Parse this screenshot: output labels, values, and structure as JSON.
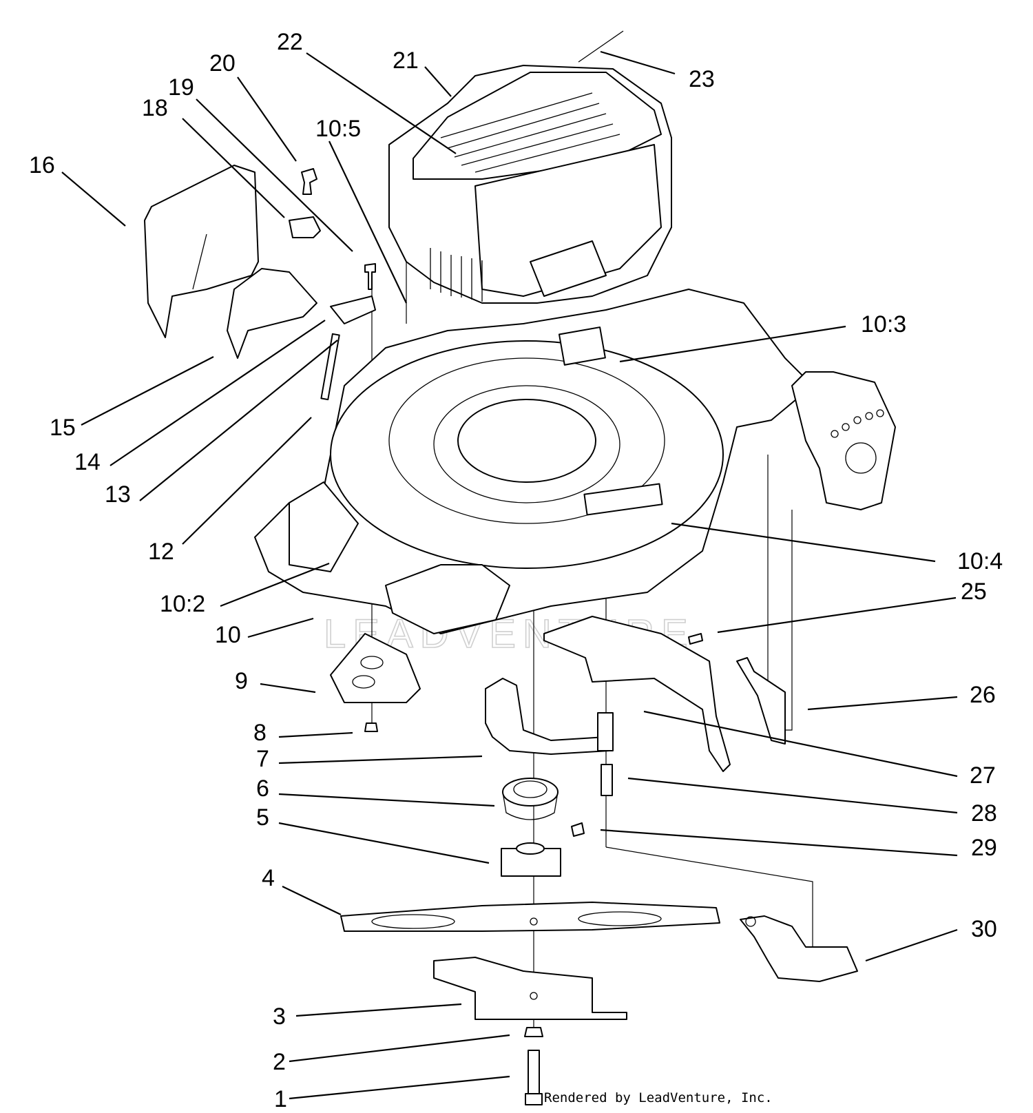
{
  "callouts": [
    {
      "id": "1",
      "label": "1"
    },
    {
      "id": "2",
      "label": "2"
    },
    {
      "id": "3",
      "label": "3"
    },
    {
      "id": "4",
      "label": "4"
    },
    {
      "id": "5",
      "label": "5"
    },
    {
      "id": "6",
      "label": "6"
    },
    {
      "id": "7",
      "label": "7"
    },
    {
      "id": "8",
      "label": "8"
    },
    {
      "id": "9",
      "label": "9"
    },
    {
      "id": "10",
      "label": "10"
    },
    {
      "id": "10-2",
      "label": "10:2"
    },
    {
      "id": "12",
      "label": "12"
    },
    {
      "id": "13",
      "label": "13"
    },
    {
      "id": "14",
      "label": "14"
    },
    {
      "id": "15",
      "label": "15"
    },
    {
      "id": "16",
      "label": "16"
    },
    {
      "id": "18",
      "label": "18"
    },
    {
      "id": "19",
      "label": "19"
    },
    {
      "id": "20",
      "label": "20"
    },
    {
      "id": "10-5",
      "label": "10:5"
    },
    {
      "id": "22",
      "label": "22"
    },
    {
      "id": "21",
      "label": "21"
    },
    {
      "id": "23",
      "label": "23"
    },
    {
      "id": "10-3",
      "label": "10:3"
    },
    {
      "id": "10-4",
      "label": "10:4"
    },
    {
      "id": "25",
      "label": "25"
    },
    {
      "id": "26",
      "label": "26"
    },
    {
      "id": "27",
      "label": "27"
    },
    {
      "id": "28",
      "label": "28"
    },
    {
      "id": "29",
      "label": "29"
    },
    {
      "id": "30",
      "label": "30"
    }
  ],
  "credit": "Rendered by LeadVenture, Inc.",
  "watermark": "LEADVENTURE"
}
